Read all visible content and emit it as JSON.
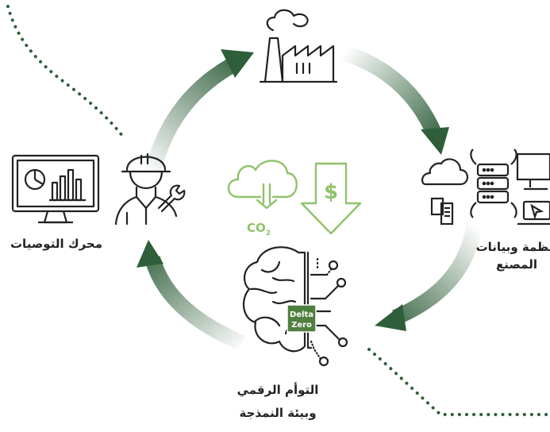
{
  "labels": {
    "recommendation_engine": "محرك التوصيات",
    "factory_systems_line1": "أنظمة وبيانات",
    "factory_systems_line2": "المصنع",
    "digital_twin_line1": "التوأم الرقمي",
    "digital_twin_line2": "وبيئة النمذجة"
  },
  "brain_badge": {
    "line1": "Delta",
    "line2": "Zero"
  },
  "center": {
    "co2": "CO",
    "co2_sub": "2",
    "dollar": "$"
  },
  "colors": {
    "cycle_arrow": "#2f5e3a",
    "accent_green": "#8fc26a",
    "badge": "#4f7f3f",
    "icon_stroke": "#222222",
    "dots": "#2f5e3a"
  },
  "icons": [
    "factory-icon",
    "cloud-icon",
    "server-icon",
    "laptop-icon",
    "monitor-icon",
    "document-icon",
    "brain-icon",
    "engineer-icon",
    "dashboard-monitor-icon",
    "co2-cloud-icon",
    "dollar-down-icon"
  ]
}
